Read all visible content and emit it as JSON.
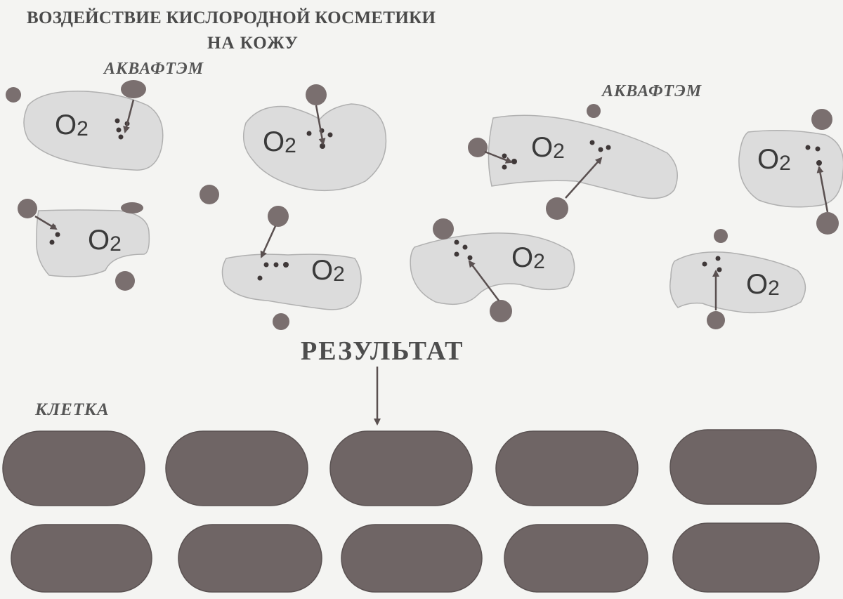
{
  "title": {
    "line1": "ВОЗДЕЙСТВИЕ КИСЛОРОДНОЙ КОСМЕТИКИ",
    "line2": "НА КОЖУ"
  },
  "labels": {
    "aqua_left": "АКВАФТЭМ",
    "aqua_right": "АКВАФТЭМ",
    "result": "РЕЗУЛЬТАТ",
    "cell": "КЛЕТКА"
  },
  "molecule": {
    "symbol": "O",
    "subscript": "2"
  },
  "colors": {
    "background": "#f4f4f2",
    "blob": "#dcdcdc",
    "blob_edge": "#9a9a9a",
    "particle": "#7a6f6f",
    "cell": "#6f6565",
    "text": "#4a4a4a"
  }
}
